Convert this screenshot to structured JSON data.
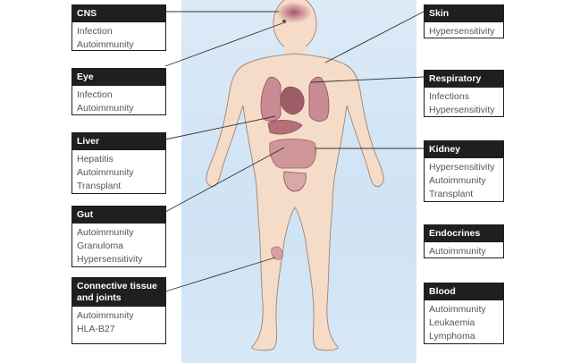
{
  "boxes": {
    "cns": {
      "title": "CNS",
      "items": [
        "Infection",
        "Autoimmunity"
      ]
    },
    "eye": {
      "title": "Eye",
      "items": [
        "Infection",
        "Autoimmunity"
      ]
    },
    "liver": {
      "title": "Liver",
      "items": [
        "Hepatitis",
        "Autoimmunity",
        "Transplant"
      ]
    },
    "gut": {
      "title": "Gut",
      "items": [
        "Autoimmunity",
        "Granuloma",
        "Hypersensitivity"
      ]
    },
    "connective": {
      "title": "Connective tissue and joints",
      "items": [
        "Autoimmunity",
        "HLA-B27"
      ]
    },
    "skin": {
      "title": "Skin",
      "items": [
        "Hypersensitivity"
      ]
    },
    "respiratory": {
      "title": "Respiratory",
      "items": [
        "Infections",
        "Hypersensitivity"
      ]
    },
    "kidney": {
      "title": "Kidney",
      "items": [
        "Hypersensitivity",
        "Autoimmunity",
        "Transplant"
      ]
    },
    "endocrines": {
      "title": "Endocrines",
      "items": [
        "Autoimmunity"
      ]
    },
    "blood": {
      "title": "Blood",
      "items": [
        "Autoimmunity",
        "Leukaemia",
        "Lymphoma"
      ]
    }
  },
  "colors": {
    "box_header": "#1f1f1f",
    "skin_tone": "#f5dcc8",
    "organ": "#c98c93",
    "organ_dark": "#9e5c66",
    "background_panel": "#d3e5f5"
  }
}
